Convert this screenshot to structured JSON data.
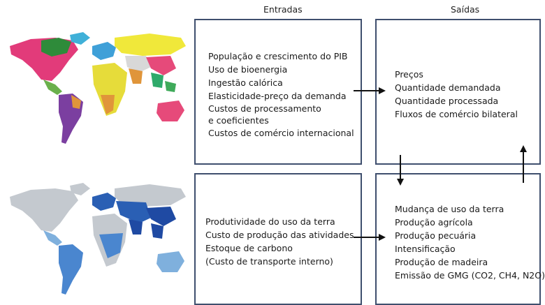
{
  "headers": {
    "inputs": "Entradas",
    "outputs": "Saídas"
  },
  "top_inputs": [
    "População e crescimento do PIB",
    "Uso de bioenergia",
    "Ingestão calórica",
    "Elasticidade-preço da demanda",
    "Custos de processamento",
    "e coeficientes",
    "Custos de comércio internacional"
  ],
  "top_outputs": [
    "Preços",
    "Quantidade demandada",
    "Quantidade processada",
    "Fluxos de comércio bilateral"
  ],
  "bottom_inputs": [
    "Produtividade do uso da terra",
    "Custo de produção das atividades",
    "Estoque de carbono",
    "(Custo de transporte interno)"
  ],
  "bottom_outputs": [
    "Mudança de uso da terra",
    "Produção agrícola",
    "Produção pecuária",
    "Intensificação",
    "Produção de madeira",
    "Emissão de GMG (CO2, CH4, N2O)"
  ],
  "colors": {
    "box_border": "#3f4f6e",
    "arrow": "#111111"
  }
}
